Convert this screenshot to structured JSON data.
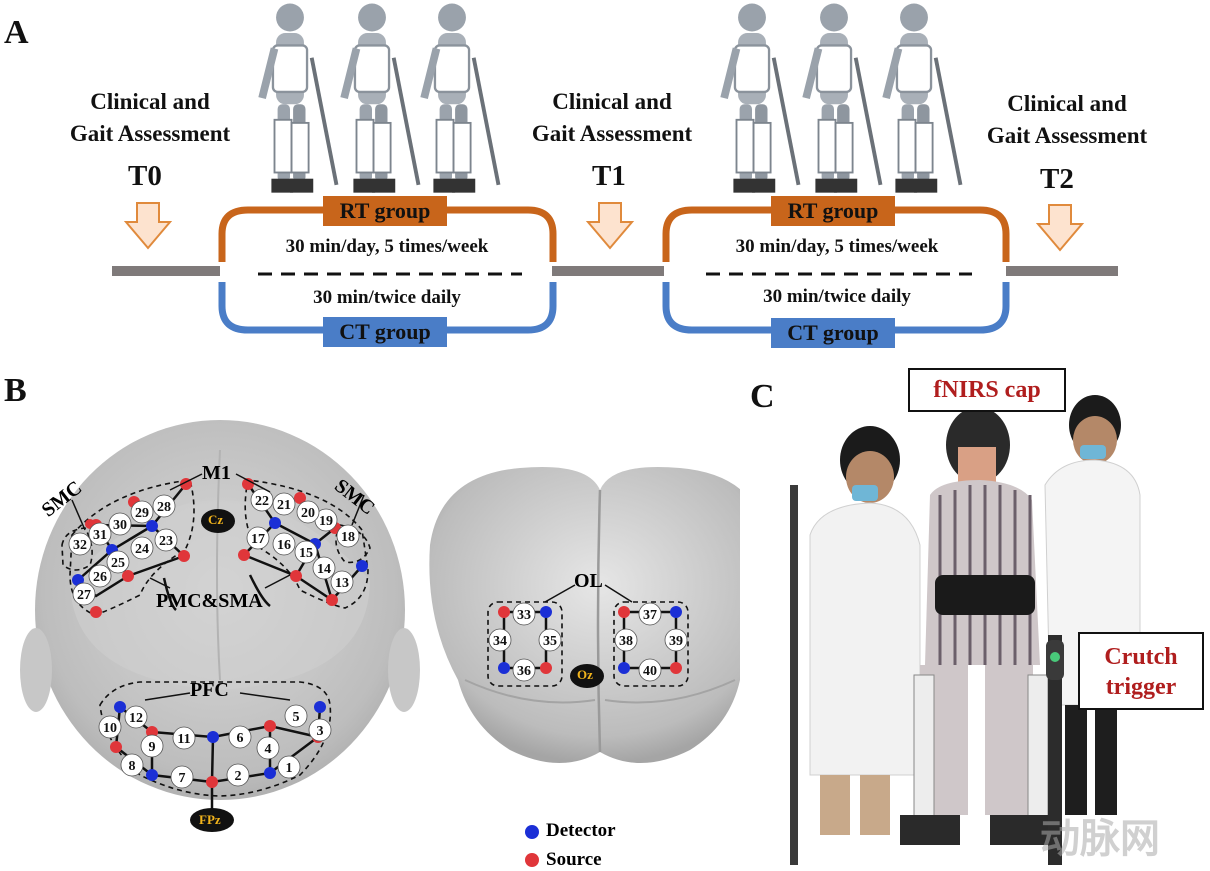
{
  "panel_a": {
    "letter": "A",
    "assessment_line1": "Clinical and",
    "assessment_line2": "Gait Assessment",
    "timepoints": [
      "T0",
      "T1",
      "T2"
    ],
    "rt_group": "RT group",
    "ct_group": "CT group",
    "rt_schedule": "30 min/day, 5 times/week",
    "ct_schedule": "30 min/twice daily",
    "colors": {
      "rt": "#c8651b",
      "ct": "#4a7dc7",
      "timeline": "#7f7a7a",
      "arrow_fill": "#fde3cf",
      "arrow_stroke": "#e08a3c"
    }
  },
  "panel_b": {
    "letter": "B",
    "regions": {
      "m1": "M1",
      "smc": "SMC",
      "pmc_sma": "PMC&SMA",
      "pfc": "PFC",
      "ol": "OL"
    },
    "landmarks": {
      "cz": "Cz",
      "fpz": "FPz",
      "oz": "Oz"
    },
    "channels": [
      "1",
      "2",
      "3",
      "4",
      "5",
      "6",
      "7",
      "8",
      "9",
      "10",
      "11",
      "12",
      "13",
      "14",
      "15",
      "16",
      "17",
      "18",
      "19",
      "20",
      "21",
      "22",
      "23",
      "24",
      "25",
      "26",
      "27",
      "28",
      "29",
      "30",
      "31",
      "32",
      "33",
      "34",
      "35",
      "36",
      "37",
      "38",
      "39",
      "40"
    ],
    "legend": {
      "detector": "Detector",
      "source": "Source"
    },
    "colors": {
      "detector": "#1b2fd6",
      "source": "#e0363a",
      "landmark": "#111111",
      "landmark_text": "#f2b41c"
    }
  },
  "panel_c": {
    "letter": "C",
    "fnirs_label": "fNIRS cap",
    "crutch_label_line1": "Crutch",
    "crutch_label_line2": "trigger"
  },
  "watermark": "动脉网"
}
